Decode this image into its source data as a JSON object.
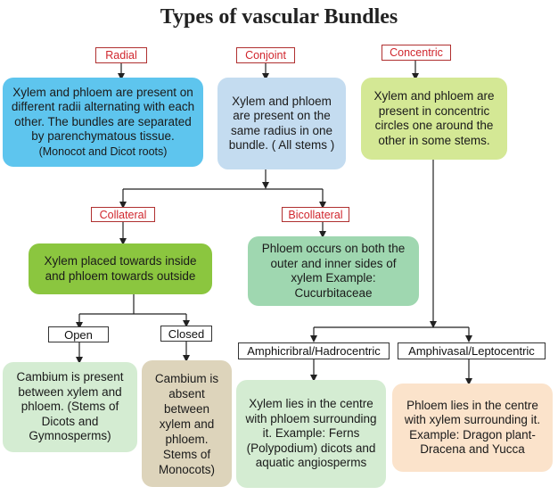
{
  "title": "Types of vascular Bundles",
  "labels": {
    "radial": "Radial",
    "conjoint": "Conjoint",
    "concentric": "Concentric",
    "collateral": "Collateral",
    "bicollateral": "Bicollateral",
    "open": "Open",
    "closed": "Closed",
    "amphicribral": "Amphicribral/Hadrocentric",
    "amphivasal": "Amphivasal/Leptocentric"
  },
  "boxes": {
    "radial": {
      "text": "Xylem and phloem are present on different radii alternating with each other. The bundles are separated by parenchymatous tissue.",
      "example": "(Monocot and Dicot roots)"
    },
    "conjoint": {
      "text": "Xylem and phloem are present on the same radius in one bundle. ( All stems )"
    },
    "concentric": {
      "text": "Xylem and phloem are present in concentric circles one around the other in some stems."
    },
    "collateral": {
      "text": "Xylem placed towards inside and phloem towards outside"
    },
    "bicollateral": {
      "text": "Phloem occurs on both the outer and inner sides of xylem Example: Cucurbitaceae"
    },
    "open": {
      "text": "Cambium is present between xylem and phloem. (Stems of Dicots and Gymnosperms)"
    },
    "closed": {
      "text": "Cambium is absent between xylem and phloem. Stems of Monocots)"
    },
    "amphicribral": {
      "text": "Xylem lies in the centre with phloem surrounding it. Example: Ferns (Polypodium) dicots and aquatic angiosperms"
    },
    "amphivasal": {
      "text": "Phloem lies in the centre with xylem surrounding it. Example: Dragon plant- Dracena and Yucca"
    }
  },
  "colors": {
    "blue": "#5ec5ee",
    "light_blue": "#c4dcf0",
    "lime": "#d4e895",
    "green": "#8bc63f",
    "teal_green": "#9fd7b0",
    "pale_green": "#d4ecd2",
    "tan": "#ddd4bb",
    "peach": "#fbe3cb",
    "label_red": "#d0262d"
  }
}
